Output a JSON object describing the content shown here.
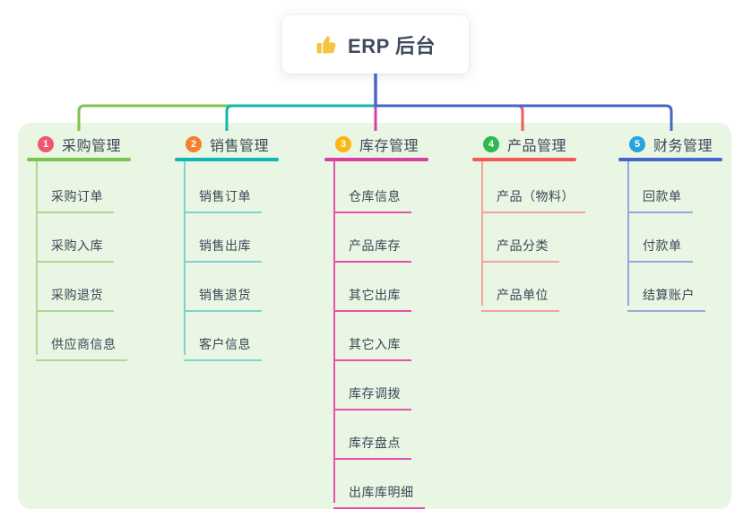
{
  "root": {
    "label": "ERP 后台",
    "icon": "thumbs-up-icon"
  },
  "colors": {
    "canvas_bg": "#ffffff",
    "panel_bg": "#e9f6e3",
    "root_connector": "#5163c9",
    "node_text": "#3c4757",
    "root_text": "#3f4a5c",
    "thumb_icon": "#f6c344"
  },
  "branches": [
    {
      "badge": "1",
      "badge_color": "#f0566e",
      "label": "采购管理",
      "line_color": "#7cc24e",
      "child_line_color": "#aed894",
      "children": [
        "采购订单",
        "采购入库",
        "采购退货",
        "供应商信息"
      ]
    },
    {
      "badge": "2",
      "badge_color": "#f57f2d",
      "label": "销售管理",
      "line_color": "#10b6b0",
      "child_line_color": "#7fd3cd",
      "children": [
        "销售订单",
        "销售出库",
        "销售退货",
        "客户信息"
      ]
    },
    {
      "badge": "3",
      "badge_color": "#fdb515",
      "label": "库存管理",
      "line_color": "#d93f9e",
      "child_line_color": "#e84fae",
      "children": [
        "仓库信息",
        "产品库存",
        "其它出库",
        "其它入库",
        "库存调拨",
        "库存盘点",
        "出库库明细"
      ]
    },
    {
      "badge": "4",
      "badge_color": "#2eb84f",
      "label": "产品管理",
      "line_color": "#f15b55",
      "child_line_color": "#f7a19d",
      "children": [
        "产品（物料）",
        "产品分类",
        "产品单位"
      ]
    },
    {
      "badge": "5",
      "badge_color": "#2aa3dc",
      "label": "财务管理",
      "line_color": "#4466c9",
      "child_line_color": "#94a9dd",
      "children": [
        "回款单",
        "付款单",
        "结算账户"
      ]
    }
  ]
}
